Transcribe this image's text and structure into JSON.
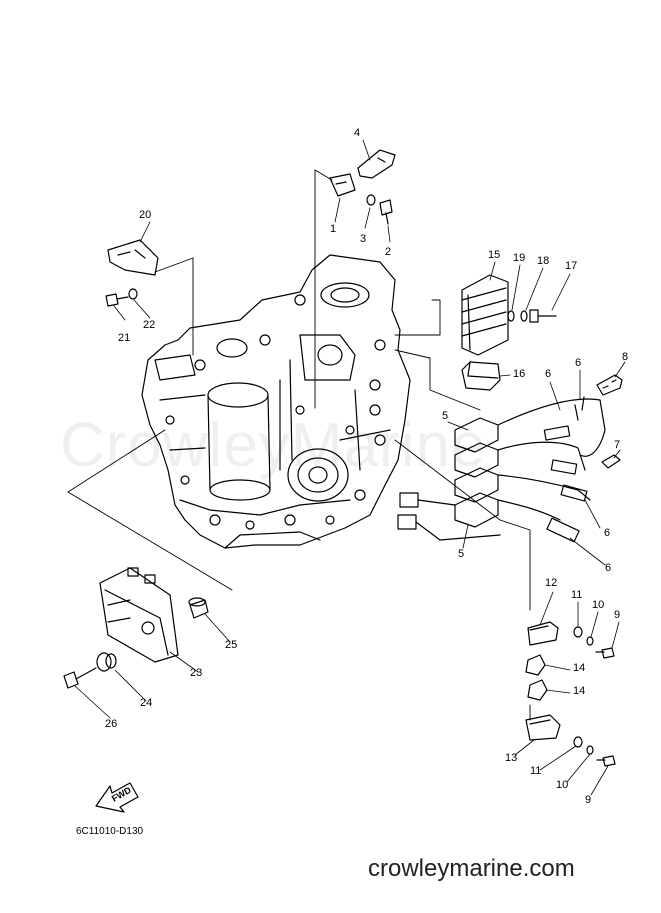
{
  "callouts": [
    {
      "id": "c1",
      "text": "1"
    },
    {
      "id": "c2",
      "text": "2"
    },
    {
      "id": "c3",
      "text": "3"
    },
    {
      "id": "c4",
      "text": "4"
    },
    {
      "id": "c5a",
      "text": "5"
    },
    {
      "id": "c5b",
      "text": "5"
    },
    {
      "id": "c6a",
      "text": "6"
    },
    {
      "id": "c6b",
      "text": "6"
    },
    {
      "id": "c6c",
      "text": "6"
    },
    {
      "id": "c6d",
      "text": "6"
    },
    {
      "id": "c7",
      "text": "7"
    },
    {
      "id": "c8",
      "text": "8"
    },
    {
      "id": "c9a",
      "text": "9"
    },
    {
      "id": "c9b",
      "text": "9"
    },
    {
      "id": "c10a",
      "text": "10"
    },
    {
      "id": "c10b",
      "text": "10"
    },
    {
      "id": "c11a",
      "text": "11"
    },
    {
      "id": "c11b",
      "text": "11"
    },
    {
      "id": "c12",
      "text": "12"
    },
    {
      "id": "c13",
      "text": "13"
    },
    {
      "id": "c14a",
      "text": "14"
    },
    {
      "id": "c14b",
      "text": "14"
    },
    {
      "id": "c15",
      "text": "15"
    },
    {
      "id": "c16",
      "text": "16"
    },
    {
      "id": "c17",
      "text": "17"
    },
    {
      "id": "c18",
      "text": "18"
    },
    {
      "id": "c19",
      "text": "19"
    },
    {
      "id": "c20",
      "text": "20"
    },
    {
      "id": "c21",
      "text": "21"
    },
    {
      "id": "c22",
      "text": "22"
    },
    {
      "id": "c23",
      "text": "23"
    },
    {
      "id": "c24",
      "text": "24"
    },
    {
      "id": "c25",
      "text": "25"
    },
    {
      "id": "c26",
      "text": "26"
    }
  ],
  "fwd_label": "FWD",
  "drawing_code": "6C11010-D130",
  "watermark": "CrowleyMarine",
  "site": "crowleymarine.com",
  "colors": {
    "line": "#000000",
    "background": "#ffffff"
  }
}
